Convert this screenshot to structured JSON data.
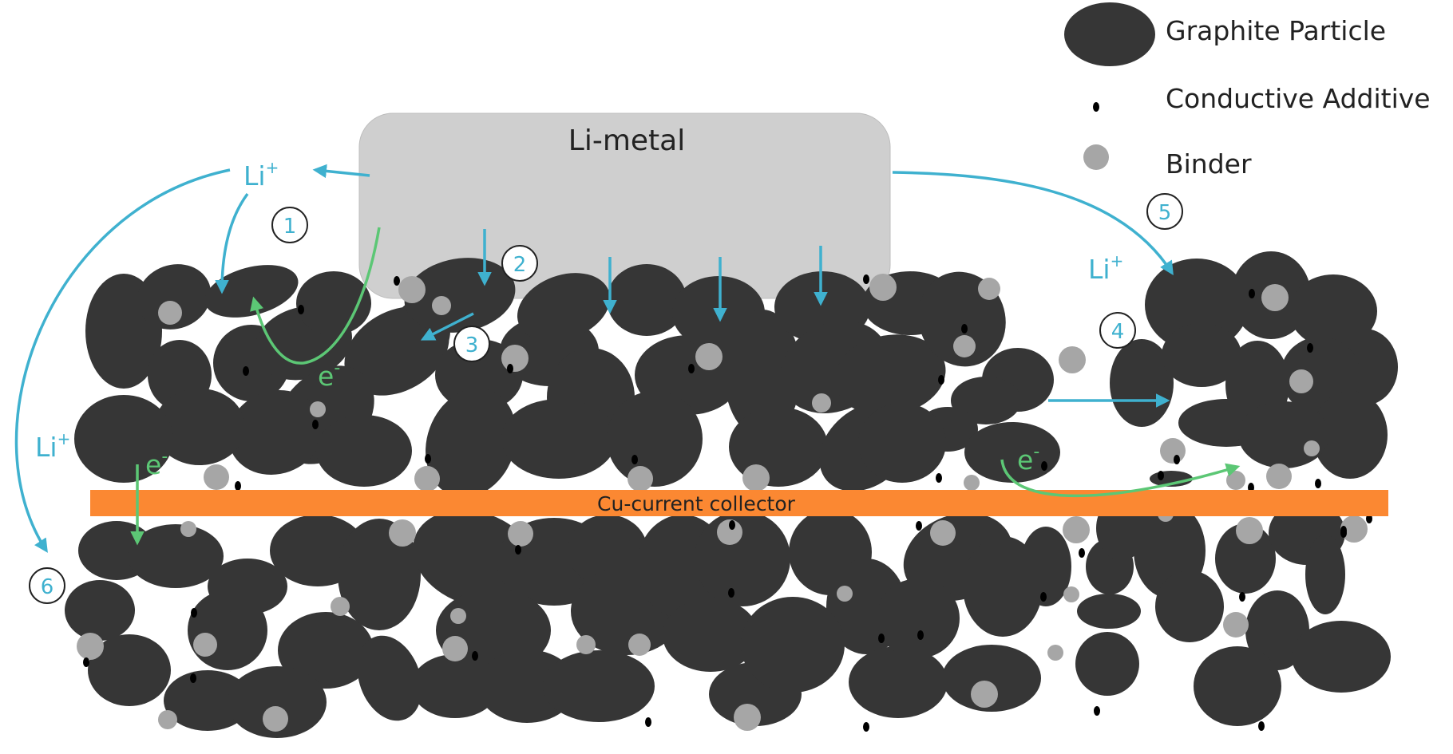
{
  "legend": {
    "graphite": "Graphite Particle",
    "additive": "Conductive Additive",
    "binder": "Binder"
  },
  "li_metal_label": "Li-metal",
  "collector_label": "Cu-current collector",
  "ion_label": "Li",
  "ion_charge": "+",
  "electron_label": "e",
  "electron_charge": "-",
  "steps": [
    "1",
    "2",
    "3",
    "4",
    "5",
    "6"
  ],
  "colors": {
    "graphite": "#363636",
    "binder": "#a6a6a6",
    "additive": "#000000",
    "li_metal": "#cfcfcf",
    "collector": "#fb8832",
    "ion_arrow": "#3fb1cf",
    "electron_arrow": "#5cc775"
  }
}
